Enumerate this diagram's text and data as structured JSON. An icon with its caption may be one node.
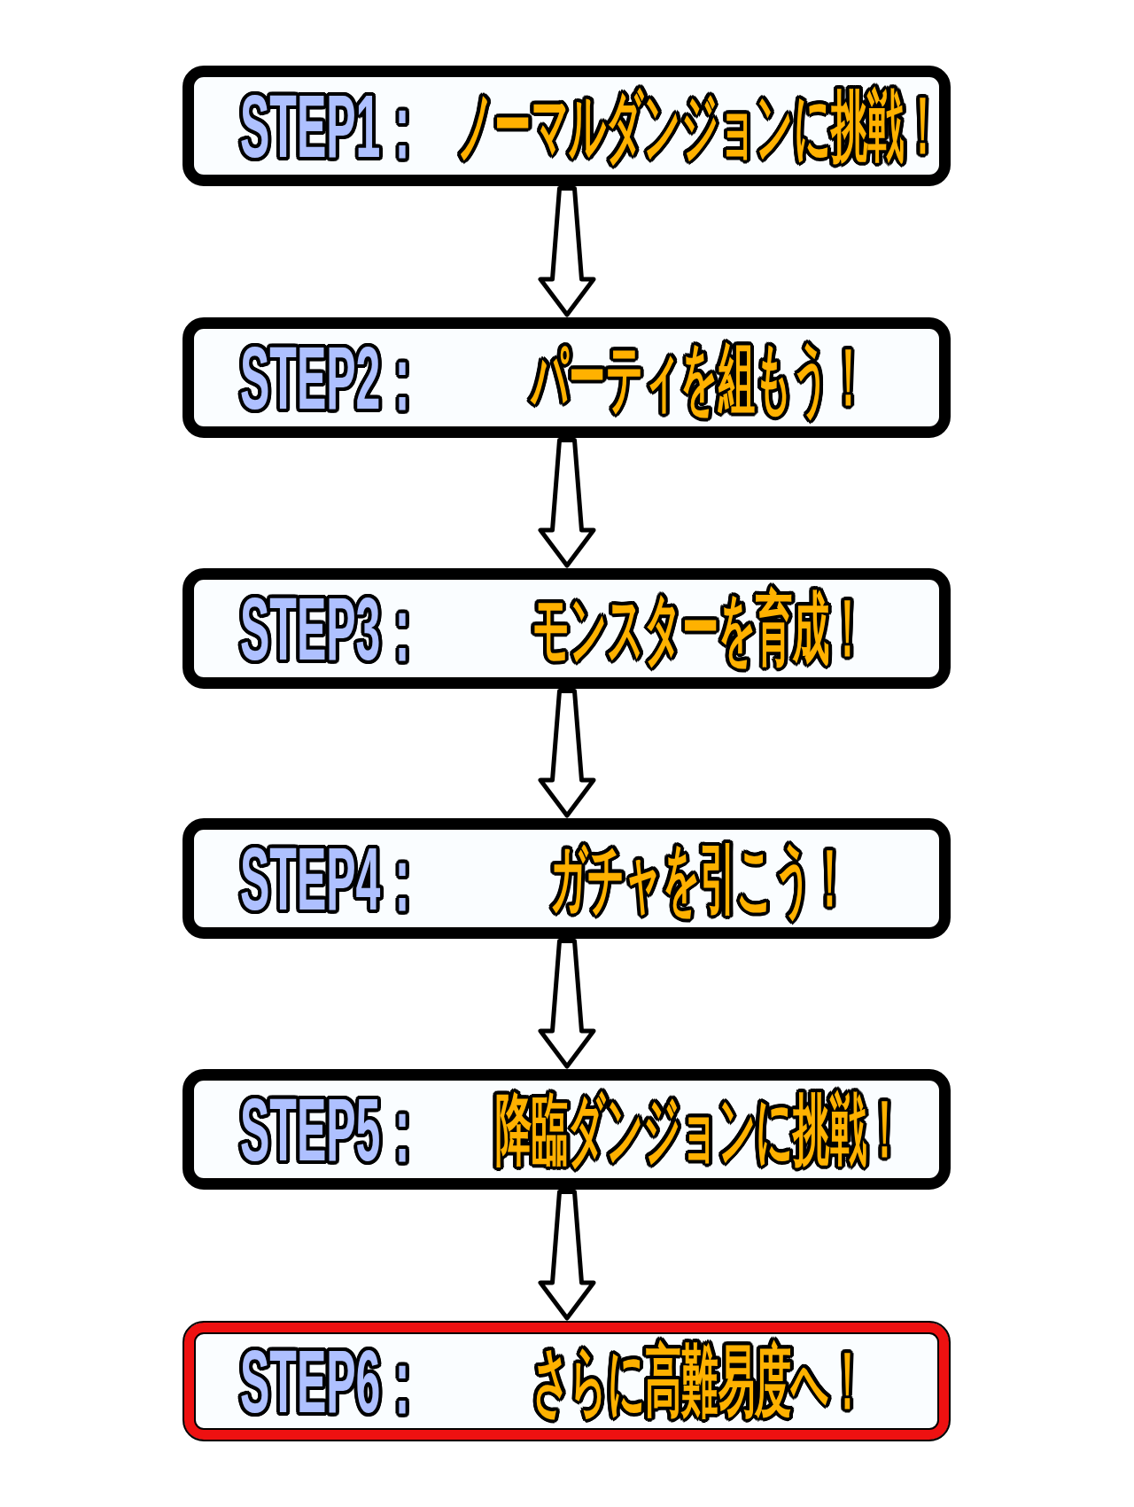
{
  "diagram": {
    "nodes": [
      {
        "text": [
          "STEP1：",
          "ノーマルダンジョンに挑戦！"
        ]
      },
      {
        "text": [
          "STEP2：",
          "パーティを組もう！"
        ]
      },
      {
        "text": [
          "STEP3：",
          "モンスターを育成！"
        ]
      },
      {
        "text": [
          "STEP4：",
          "ガチャを引こう！"
        ]
      },
      {
        "text": [
          "STEP5：",
          "降臨ダンジョンに挑戦！"
        ]
      },
      {
        "text": [
          "STEP6：",
          "さらに高難易度へ！"
        ]
      }
    ],
    "edges": [
      {
        "from": 0,
        "to": 1,
        "arrow": "to"
      },
      {
        "from": 1,
        "to": 2,
        "arrow": "to"
      },
      {
        "from": 2,
        "to": 3,
        "arrow": "to"
      },
      {
        "from": 3,
        "to": 4,
        "arrow": "to"
      },
      {
        "from": 4,
        "to": 5,
        "arrow": "to"
      }
    ]
  }
}
